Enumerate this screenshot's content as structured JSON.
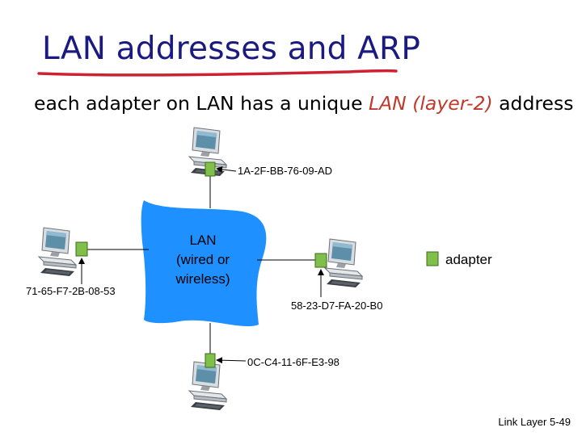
{
  "slide": {
    "title": "LAN addresses and ARP",
    "subtitle_pre": "each adapter on LAN has a unique ",
    "subtitle_em": "LAN (layer-2)",
    "subtitle_post": " address",
    "footer": "Link Layer 5-49"
  },
  "lan": {
    "line1": "LAN",
    "line2": "(wired or",
    "line3": "wireless)"
  },
  "legend": {
    "label": "adapter"
  },
  "hosts": [
    {
      "id": "top",
      "mac": "1A-2F-BB-76-09-AD"
    },
    {
      "id": "left",
      "mac": "71-65-F7-2B-08-53"
    },
    {
      "id": "right",
      "mac": "58-23-D7-FA-20-B0"
    },
    {
      "id": "bottom",
      "mac": "0C-C4-11-6F-E3-98"
    }
  ],
  "colors": {
    "title": "#1a1a80",
    "underline": "#cc2233",
    "highlight": "#c0392b",
    "lan_cloud": "#1e90ff",
    "adapter": "#7fbf4a"
  }
}
